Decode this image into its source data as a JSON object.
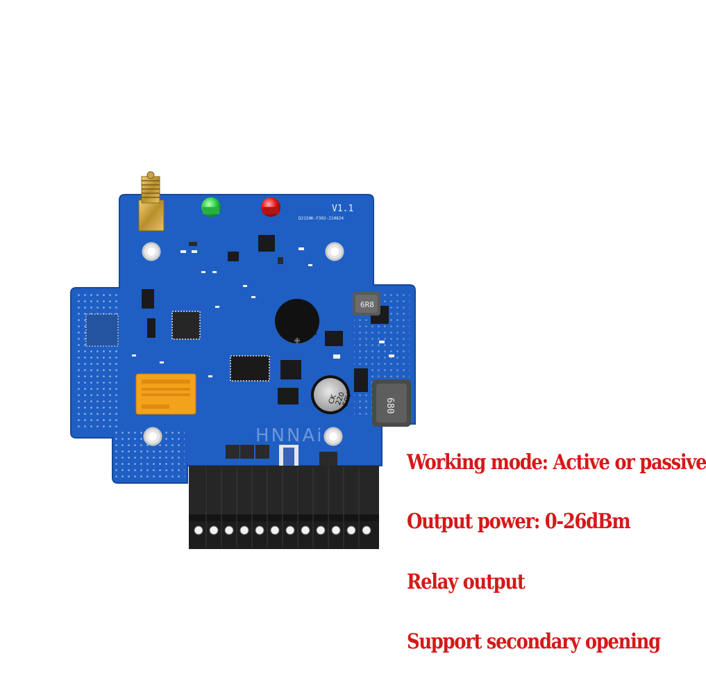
{
  "board": {
    "version_label": "V1.1",
    "serial_label": "D2150K-F302-210824",
    "inductor_small_label": "6R8",
    "inductor_large_label": "680",
    "capacitor_label_1": "CK",
    "capacitor_label_2": "220",
    "capacitor_label_3": "50V",
    "colors": {
      "pcb": "#1f5fc4",
      "pcb_edge": "#1a52ad",
      "terminal": "#1d1d1d",
      "relay": "#f3a21c",
      "led_green": "#2fd04a",
      "led_red": "#e01818",
      "text": "#d61818"
    }
  },
  "watermark": "HNNAi",
  "features": [
    "Working mode: Active or passive",
    "Output power: 0-26dBm",
    "Relay output",
    "Support secondary opening"
  ]
}
